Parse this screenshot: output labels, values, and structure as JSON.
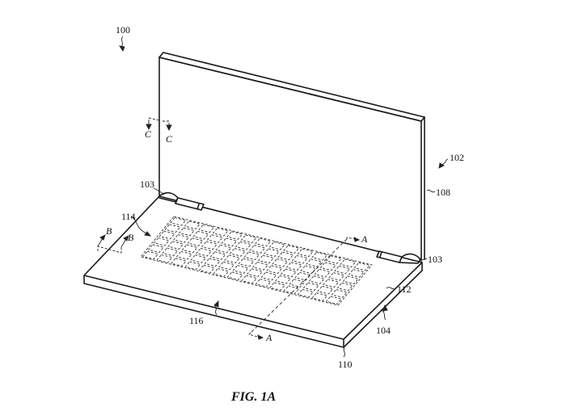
{
  "figure": {
    "caption": "FIG. 1A",
    "type": "patent-drawing",
    "subject": "laptop computer isometric view"
  },
  "labels": {
    "device": "100",
    "display_portion": "102",
    "hinge_left": "103",
    "hinge_right": "103",
    "base_portion": "104",
    "display_housing": "108",
    "base_housing": "110",
    "top_case": "112",
    "keyboard_region": "114",
    "front_edge": "116"
  },
  "section_markers": {
    "a_top": "A",
    "a_bottom": "A",
    "b_left": "B",
    "b_right": "B",
    "c_left": "C",
    "c_right": "C"
  },
  "keyboard": {
    "rows": 6,
    "columns": 14,
    "style": "dashed"
  },
  "colors": {
    "line": "#1a1a1a",
    "background": "#ffffff"
  }
}
